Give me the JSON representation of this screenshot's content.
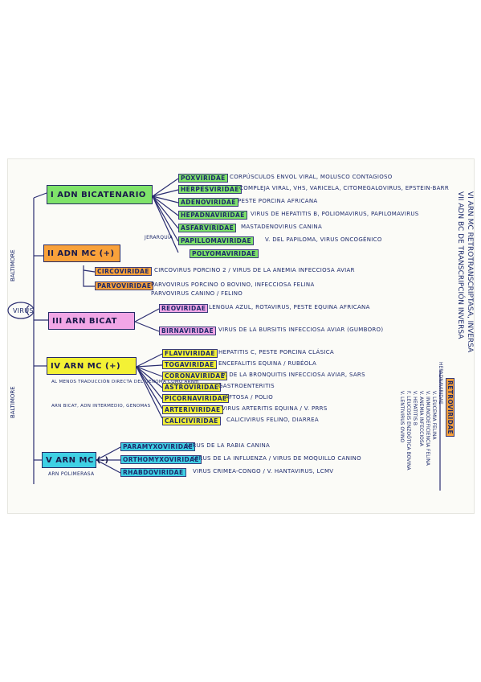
{
  "colors": {
    "green": "#7fe36a",
    "orange": "#f9a13a",
    "pink": "#f1a6e6",
    "yellow": "#f3f135",
    "cyan": "#3fd0e4",
    "ink": "#1d2a6b"
  },
  "root": {
    "label": "VIRUS",
    "left_label": "BALTIMORE",
    "left_label2": "BALTIMORE"
  },
  "groups": [
    {
      "box": "I ADN BICATENARIO",
      "sub": "JERARQUÍA",
      "items": [
        {
          "tag": "POXVIRIDAE",
          "text": "CORPÚSCULOS ENVOL VIRAL, MOLUSCO CONTAGIOSO"
        },
        {
          "tag": "HERPESVIRIDAE",
          "text": "COMPLEJA VIRAL, VHS, VARICELA, CITOMEGALOVIRUS, EPSTEIN-BARR"
        },
        {
          "tag": "ADENOVIRIDAE",
          "text": "PESTE PORCINA AFRICANA"
        },
        {
          "tag": "HEPADNAVIRIDAE",
          "text": "VIRUS DE HEPATITIS B, POLIOMAVIRUS, PAPILOMAVIRUS"
        },
        {
          "tag": "ASFARVIRIDAE",
          "text": "MASTADENOVIRUS CANINA"
        },
        {
          "tag": "PAPILLOMAVIRIDAE",
          "text": "V. DEL PAPILOMA, VIRUS ONCOGÉNICO"
        },
        {
          "tag": "POLYOMAVIRIDAE",
          "text": ""
        }
      ]
    },
    {
      "box": "II ADN MC (+)",
      "items": [
        {
          "tag": "CIRCOVIRIDAE",
          "text": "CIRCOVIRUS PORCINO 2 / VIRUS DE LA ANEMIA INFECCIOSA AVIAR"
        },
        {
          "tag": "PARVOVIRIDAE",
          "text": "PARVOVIRUS PORCINO O BOVINO, INFECCIOSA FELINA"
        },
        {
          "tag": "",
          "text": "PARVOVIRUS CANINO / FELINO"
        }
      ]
    },
    {
      "box": "III ARN BICAT",
      "items": [
        {
          "tag": "REOVIRIDAE",
          "text": "LENGUA AZUL, ROTAVIRUS, PESTE EQUINA AFRICANA"
        },
        {
          "tag": "BIRNAVIRIDAE",
          "text": "VIRUS DE LA BURSITIS INFECCIOSA AVIAR (GUMBORO)"
        }
      ]
    },
    {
      "box": "IV ARN MC (+)",
      "note": "AL MENOS TRADUCCIÓN DIRECTA DEL GENOMA COMO ARNm",
      "note2": "ARN BICAT, ADN INTERMEDIO, GENOMAS",
      "items": [
        {
          "tag": "FLAVIVIRIDAE",
          "text": "HEPATITIS C, PESTE PORCINA CLÁSICA"
        },
        {
          "tag": "TOGAVIRIDAE",
          "text": "ENCEFALITIS EQUINA / RUBÉOLA"
        },
        {
          "tag": "CORONAVIRIDAE",
          "text": "V. DE LA BRONQUITIS INFECCIOSA AVIAR, SARS"
        },
        {
          "tag": "ASTROVIRIDAE",
          "text": "GASTROENTERITIS"
        },
        {
          "tag": "PICORNAVIRIDAE",
          "text": "AFTOSA / POLIO"
        },
        {
          "tag": "ARTERIVIRIDAE",
          "text": "VIRUS ARTERITIS EQUINA / V. PRRS"
        },
        {
          "tag": "CALICIVIRIDAE",
          "text": "CALICIVIRUS FELINO, DIARREA"
        }
      ]
    },
    {
      "box": "V ARN MC (-)",
      "note": "ARN POLIMERASA",
      "items": [
        {
          "tag": "PARAMYXOVIRIDAE",
          "text": "VIRUS DE LA RABIA CANINA"
        },
        {
          "tag": "ORTHOMYXOVIRIDAE",
          "text": "VIRUS DE LA INFLUENZA / VIRUS DE MOQUILLO CANINO"
        },
        {
          "tag": "RHABDOVIRIDAE",
          "text": "VIRUS CRIMEA-CONGO / V. HANTAVIRUS, LCMV"
        }
      ]
    }
  ],
  "right": {
    "line1": "VI ARN MC RETROTRANSCRIPTASA, INVERSA",
    "line2": "VII ADN BC DE TRANSCRIPCIÓN INVERSA",
    "tag": "RETROVIRIDAE",
    "tag2": "HEPADNAVIRIDAE",
    "notes": [
      "V. LEUCEMIA FELINA",
      "V. INMUNODEFICIENCIA FELINA",
      "V. ANEMIA INFECCIOSA",
      "V. HEPATITIS B",
      "F. LEUCOSIS ENZOÓTICA BOVINA",
      "V. LENTIVIRUS OVINO"
    ]
  }
}
